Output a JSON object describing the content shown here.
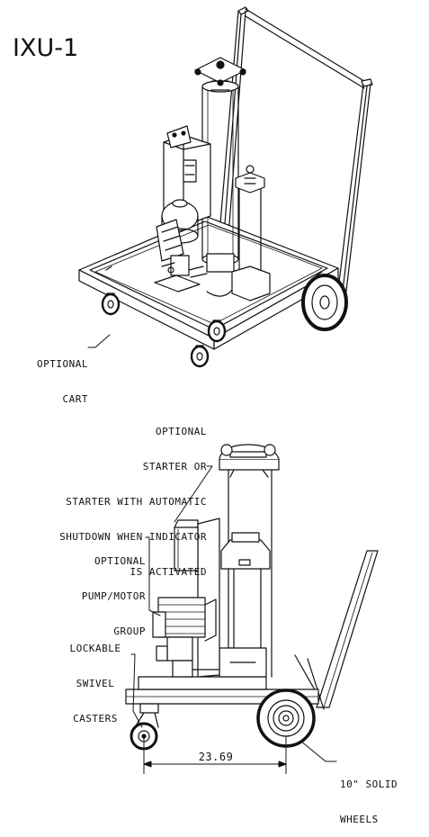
{
  "title": "IXU-1",
  "callouts": {
    "cart": [
      "OPTIONAL",
      "CART"
    ],
    "starter": [
      "OPTIONAL",
      "STARTER OR",
      "STARTER WITH AUTOMATIC",
      "SHUTDOWN WHEN INDICATOR",
      "IS ACTIVATED"
    ],
    "pump_motor": [
      "OPTIONAL",
      "PUMP/MOTOR",
      "GROUP"
    ],
    "casters": [
      "LOCKABLE",
      "SWIVEL",
      "CASTERS"
    ],
    "wheels": [
      "10\" SOLID",
      "WHEELS"
    ]
  },
  "dimension": "23.69"
}
